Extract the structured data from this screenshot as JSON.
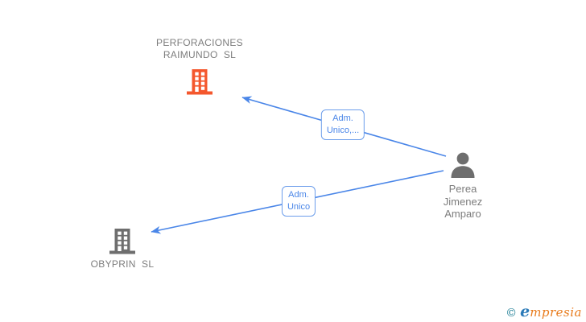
{
  "colors": {
    "arrow_blue": "#4a86e8",
    "label_border_blue": "#6d9eeb",
    "label_text_blue": "#4a86e8",
    "company_icon_orange": "#f4572d",
    "entity_icon_gray": "#6e6e6e",
    "entity_text_gray": "#7d7d7d",
    "logo_teal": "#1e7e95",
    "logo_blue": "#2b7ab8",
    "logo_orange": "#e87b1c"
  },
  "nodes": {
    "company_top": {
      "label": "PERFORACIONES\nRAIMUNDO  SL",
      "type": "company"
    },
    "person": {
      "label": "Perea\nJimenez\nAmparo",
      "type": "person"
    },
    "company_bottom": {
      "label": "OBYPRIN  SL",
      "type": "company"
    }
  },
  "edges": {
    "person_to_company_top": {
      "label": "Adm.\nUnico,..."
    },
    "person_to_company_bottom": {
      "label": "Adm.\nUnico"
    }
  },
  "watermark": {
    "copyright_symbol": "©",
    "brand_initial": "e",
    "brand_rest": "mpresia"
  }
}
